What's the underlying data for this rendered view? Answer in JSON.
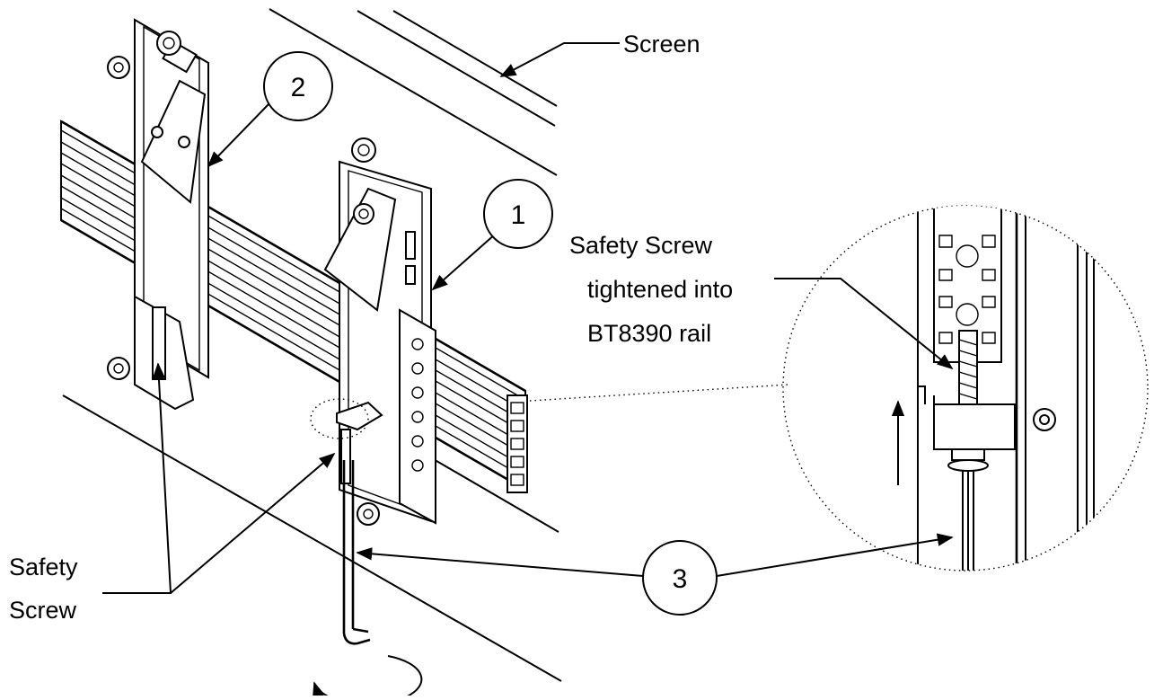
{
  "labels": {
    "screen": "Screen",
    "safety_screw_line1": "Safety",
    "safety_screw_line2": "Screw",
    "detail_line1": "Safety Screw",
    "detail_line2": "tightened into",
    "detail_line3": "BT8390 rail"
  },
  "callouts": {
    "one": "1",
    "two": "2",
    "three": "3"
  }
}
